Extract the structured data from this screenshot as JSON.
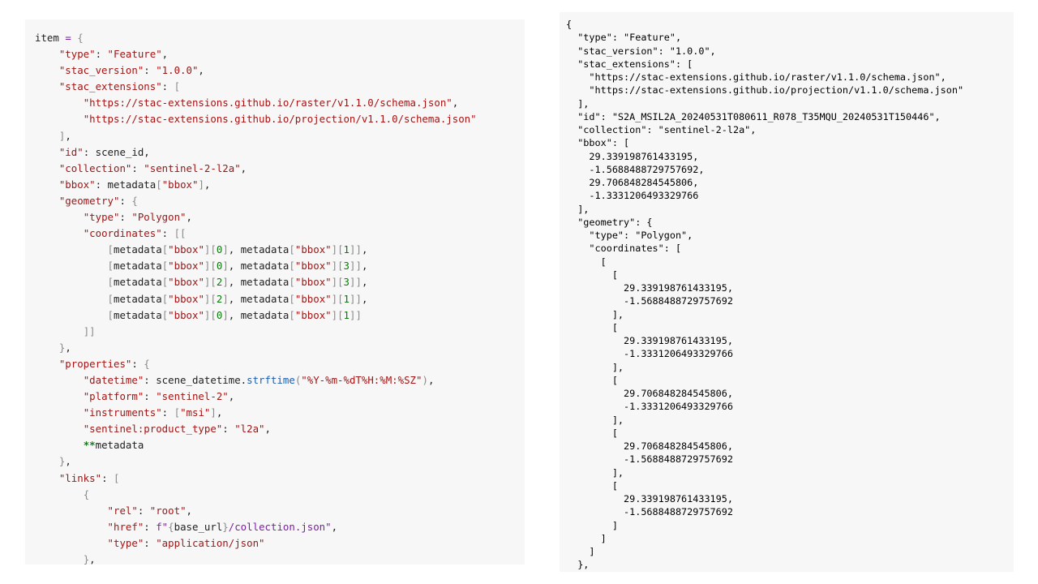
{
  "colors": {
    "string": "#a31515",
    "keyword": "#7a1fa2",
    "number": "#0b7a0b",
    "function": "#1a5fb4",
    "bracket": "#8a8a8a",
    "operator": "#1b7c1b",
    "text": "#1f1f1f",
    "panel_background": "#f7f7f7"
  },
  "python_snippet": {
    "lines": [
      [
        [
          "pl",
          "item "
        ],
        [
          "kw",
          "="
        ],
        [
          "pl",
          " "
        ],
        [
          "brk",
          "{"
        ]
      ],
      [
        [
          "pl",
          "    "
        ],
        [
          "str",
          "\"type\""
        ],
        [
          "pl",
          ": "
        ],
        [
          "str",
          "\"Feature\""
        ],
        [
          "pl",
          ","
        ]
      ],
      [
        [
          "pl",
          "    "
        ],
        [
          "str",
          "\"stac_version\""
        ],
        [
          "pl",
          ": "
        ],
        [
          "str",
          "\"1.0.0\""
        ],
        [
          "pl",
          ","
        ]
      ],
      [
        [
          "pl",
          "    "
        ],
        [
          "str",
          "\"stac_extensions\""
        ],
        [
          "pl",
          ": "
        ],
        [
          "brk",
          "["
        ]
      ],
      [
        [
          "pl",
          "        "
        ],
        [
          "str",
          "\"https://stac-extensions.github.io/raster/v1.1.0/schema.json\""
        ],
        [
          "pl",
          ","
        ]
      ],
      [
        [
          "pl",
          "        "
        ],
        [
          "str",
          "\"https://stac-extensions.github.io/projection/v1.1.0/schema.json\""
        ]
      ],
      [
        [
          "pl",
          "    "
        ],
        [
          "brk",
          "]"
        ],
        [
          "pl",
          ","
        ]
      ],
      [
        [
          "pl",
          "    "
        ],
        [
          "str",
          "\"id\""
        ],
        [
          "pl",
          ": scene_id,"
        ]
      ],
      [
        [
          "pl",
          "    "
        ],
        [
          "str",
          "\"collection\""
        ],
        [
          "pl",
          ": "
        ],
        [
          "str",
          "\"sentinel-2-l2a\""
        ],
        [
          "pl",
          ","
        ]
      ],
      [
        [
          "pl",
          "    "
        ],
        [
          "str",
          "\"bbox\""
        ],
        [
          "pl",
          ": metadata"
        ],
        [
          "brk",
          "["
        ],
        [
          "str",
          "\"bbox\""
        ],
        [
          "brk",
          "]"
        ],
        [
          "pl",
          ","
        ]
      ],
      [
        [
          "pl",
          "    "
        ],
        [
          "str",
          "\"geometry\""
        ],
        [
          "pl",
          ": "
        ],
        [
          "brk",
          "{"
        ]
      ],
      [
        [
          "pl",
          "        "
        ],
        [
          "str",
          "\"type\""
        ],
        [
          "pl",
          ": "
        ],
        [
          "str",
          "\"Polygon\""
        ],
        [
          "pl",
          ","
        ]
      ],
      [
        [
          "pl",
          "        "
        ],
        [
          "str",
          "\"coordinates\""
        ],
        [
          "pl",
          ": "
        ],
        [
          "brk",
          "[["
        ]
      ],
      [
        [
          "pl",
          "            "
        ],
        [
          "brk",
          "["
        ],
        [
          "pl",
          "metadata"
        ],
        [
          "brk",
          "["
        ],
        [
          "str",
          "\"bbox\""
        ],
        [
          "brk",
          "]["
        ],
        [
          "num",
          "0"
        ],
        [
          "brk",
          "]"
        ],
        [
          "pl",
          ", metadata"
        ],
        [
          "brk",
          "["
        ],
        [
          "str",
          "\"bbox\""
        ],
        [
          "brk",
          "]["
        ],
        [
          "num",
          "1"
        ],
        [
          "brk",
          "]]"
        ],
        [
          "pl",
          ","
        ]
      ],
      [
        [
          "pl",
          "            "
        ],
        [
          "brk",
          "["
        ],
        [
          "pl",
          "metadata"
        ],
        [
          "brk",
          "["
        ],
        [
          "str",
          "\"bbox\""
        ],
        [
          "brk",
          "]["
        ],
        [
          "num",
          "0"
        ],
        [
          "brk",
          "]"
        ],
        [
          "pl",
          ", metadata"
        ],
        [
          "brk",
          "["
        ],
        [
          "str",
          "\"bbox\""
        ],
        [
          "brk",
          "]["
        ],
        [
          "num",
          "3"
        ],
        [
          "brk",
          "]]"
        ],
        [
          "pl",
          ","
        ]
      ],
      [
        [
          "pl",
          "            "
        ],
        [
          "brk",
          "["
        ],
        [
          "pl",
          "metadata"
        ],
        [
          "brk",
          "["
        ],
        [
          "str",
          "\"bbox\""
        ],
        [
          "brk",
          "]["
        ],
        [
          "num",
          "2"
        ],
        [
          "brk",
          "]"
        ],
        [
          "pl",
          ", metadata"
        ],
        [
          "brk",
          "["
        ],
        [
          "str",
          "\"bbox\""
        ],
        [
          "brk",
          "]["
        ],
        [
          "num",
          "3"
        ],
        [
          "brk",
          "]]"
        ],
        [
          "pl",
          ","
        ]
      ],
      [
        [
          "pl",
          "            "
        ],
        [
          "brk",
          "["
        ],
        [
          "pl",
          "metadata"
        ],
        [
          "brk",
          "["
        ],
        [
          "str",
          "\"bbox\""
        ],
        [
          "brk",
          "]["
        ],
        [
          "num",
          "2"
        ],
        [
          "brk",
          "]"
        ],
        [
          "pl",
          ", metadata"
        ],
        [
          "brk",
          "["
        ],
        [
          "str",
          "\"bbox\""
        ],
        [
          "brk",
          "]["
        ],
        [
          "num",
          "1"
        ],
        [
          "brk",
          "]]"
        ],
        [
          "pl",
          ","
        ]
      ],
      [
        [
          "pl",
          "            "
        ],
        [
          "brk",
          "["
        ],
        [
          "pl",
          "metadata"
        ],
        [
          "brk",
          "["
        ],
        [
          "str",
          "\"bbox\""
        ],
        [
          "brk",
          "]["
        ],
        [
          "num",
          "0"
        ],
        [
          "brk",
          "]"
        ],
        [
          "pl",
          ", metadata"
        ],
        [
          "brk",
          "["
        ],
        [
          "str",
          "\"bbox\""
        ],
        [
          "brk",
          "]["
        ],
        [
          "num",
          "1"
        ],
        [
          "brk",
          "]]"
        ]
      ],
      [
        [
          "pl",
          "        "
        ],
        [
          "brk",
          "]]"
        ]
      ],
      [
        [
          "pl",
          "    "
        ],
        [
          "brk",
          "}"
        ],
        [
          "pl",
          ","
        ]
      ],
      [
        [
          "pl",
          "    "
        ],
        [
          "str",
          "\"properties\""
        ],
        [
          "pl",
          ": "
        ],
        [
          "brk",
          "{"
        ]
      ],
      [
        [
          "pl",
          "        "
        ],
        [
          "str",
          "\"datetime\""
        ],
        [
          "pl",
          ": scene_datetime."
        ],
        [
          "fn",
          "strftime"
        ],
        [
          "brk",
          "("
        ],
        [
          "str",
          "\"%Y-%m-%dT%H:%M:%SZ\""
        ],
        [
          "brk",
          ")"
        ],
        [
          "pl",
          ","
        ]
      ],
      [
        [
          "pl",
          "        "
        ],
        [
          "str",
          "\"platform\""
        ],
        [
          "pl",
          ": "
        ],
        [
          "str",
          "\"sentinel-2\""
        ],
        [
          "pl",
          ","
        ]
      ],
      [
        [
          "pl",
          "        "
        ],
        [
          "str",
          "\"instruments\""
        ],
        [
          "pl",
          ": "
        ],
        [
          "brk",
          "["
        ],
        [
          "str",
          "\"msi\""
        ],
        [
          "brk",
          "]"
        ],
        [
          "pl",
          ","
        ]
      ],
      [
        [
          "pl",
          "        "
        ],
        [
          "str",
          "\"sentinel:product_type\""
        ],
        [
          "pl",
          ": "
        ],
        [
          "str",
          "\"l2a\""
        ],
        [
          "pl",
          ","
        ]
      ],
      [
        [
          "pl",
          "        "
        ],
        [
          "op",
          "**"
        ],
        [
          "pl",
          "metadata"
        ]
      ],
      [
        [
          "pl",
          "    "
        ],
        [
          "brk",
          "}"
        ],
        [
          "pl",
          ","
        ]
      ],
      [
        [
          "pl",
          "    "
        ],
        [
          "str",
          "\"links\""
        ],
        [
          "pl",
          ": "
        ],
        [
          "brk",
          "["
        ]
      ],
      [
        [
          "pl",
          "        "
        ],
        [
          "brk",
          "{"
        ]
      ],
      [
        [
          "pl",
          "            "
        ],
        [
          "str",
          "\"rel\""
        ],
        [
          "pl",
          ": "
        ],
        [
          "str",
          "\"root\""
        ],
        [
          "pl",
          ","
        ]
      ],
      [
        [
          "pl",
          "            "
        ],
        [
          "str",
          "\"href\""
        ],
        [
          "pl",
          ": "
        ],
        [
          "kw",
          "f\""
        ],
        [
          "brk",
          "{"
        ],
        [
          "pl",
          "base_url"
        ],
        [
          "brk",
          "}"
        ],
        [
          "kw",
          "/collection.json\""
        ],
        [
          "pl",
          ","
        ]
      ],
      [
        [
          "pl",
          "            "
        ],
        [
          "str",
          "\"type\""
        ],
        [
          "pl",
          ": "
        ],
        [
          "str",
          "\"application/json\""
        ]
      ],
      [
        [
          "pl",
          "        "
        ],
        [
          "brk",
          "}"
        ],
        [
          "pl",
          ","
        ]
      ]
    ]
  },
  "json_output": {
    "lines": [
      "{",
      "  \"type\": \"Feature\",",
      "  \"stac_version\": \"1.0.0\",",
      "  \"stac_extensions\": [",
      "    \"https://stac-extensions.github.io/raster/v1.1.0/schema.json\",",
      "    \"https://stac-extensions.github.io/projection/v1.1.0/schema.json\"",
      "  ],",
      "  \"id\": \"S2A_MSIL2A_20240531T080611_R078_T35MQU_20240531T150446\",",
      "  \"collection\": \"sentinel-2-l2a\",",
      "  \"bbox\": [",
      "    29.339198761433195,",
      "    -1.5688488729757692,",
      "    29.706848284545806,",
      "    -1.3331206493329766",
      "  ],",
      "  \"geometry\": {",
      "    \"type\": \"Polygon\",",
      "    \"coordinates\": [",
      "      [",
      "        [",
      "          29.339198761433195,",
      "          -1.5688488729757692",
      "        ],",
      "        [",
      "          29.339198761433195,",
      "          -1.3331206493329766",
      "        ],",
      "        [",
      "          29.706848284545806,",
      "          -1.3331206493329766",
      "        ],",
      "        [",
      "          29.706848284545806,",
      "          -1.5688488729757692",
      "        ],",
      "        [",
      "          29.339198761433195,",
      "          -1.5688488729757692",
      "        ]",
      "      ]",
      "    ]",
      "  },"
    ]
  }
}
